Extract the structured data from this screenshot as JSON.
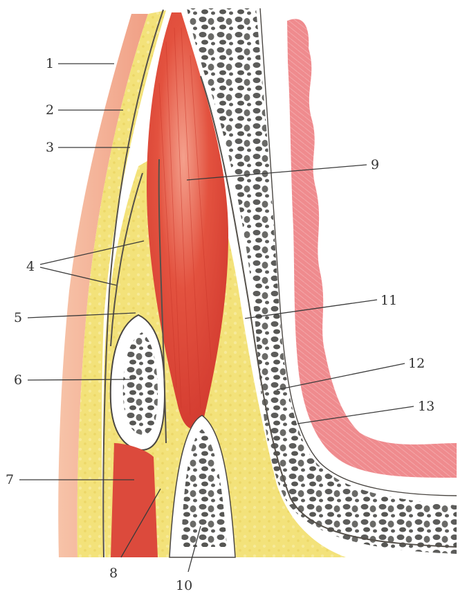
{
  "diagram": {
    "labels": [
      {
        "id": "1",
        "text": "1"
      },
      {
        "id": "2",
        "text": "2"
      },
      {
        "id": "3",
        "text": "3"
      },
      {
        "id": "4",
        "text": "4"
      },
      {
        "id": "5",
        "text": "5"
      },
      {
        "id": "6",
        "text": "6"
      },
      {
        "id": "7",
        "text": "7"
      },
      {
        "id": "8",
        "text": "8"
      },
      {
        "id": "9",
        "text": "9"
      },
      {
        "id": "10",
        "text": "10"
      },
      {
        "id": "11",
        "text": "11"
      },
      {
        "id": "12",
        "text": "12"
      },
      {
        "id": "13",
        "text": "13"
      }
    ],
    "colors": {
      "skin": "#f2a98f",
      "fat": "#f3e27a",
      "fascia_line": "#55504a",
      "muscle": "#e0463a",
      "bone": "#5c5c5a",
      "membrane": "#ffffff",
      "mucosa": "#ef8b8e"
    }
  }
}
